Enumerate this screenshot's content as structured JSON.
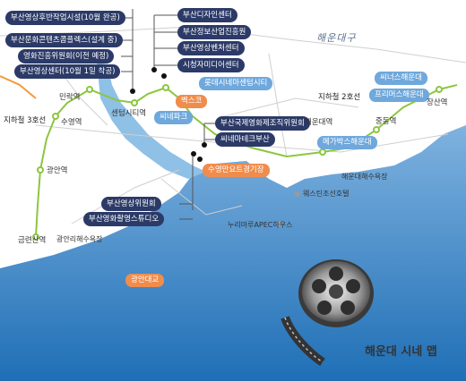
{
  "map": {
    "title": "해운대 시네 맵",
    "sea_label": "해운대구",
    "colors": {
      "sea": "#c8dff2",
      "sea_light": "#e6f1fa",
      "line2": "#8cc63f",
      "line3": "#f39a3c",
      "navy_label": "#2b3a67",
      "blue_label": "#6fa8dc",
      "orange_label": "#f08c4c"
    },
    "institutions_left": [
      "부산영상후반작업시설(10월 완공)",
      "부산문화콘텐츠콤플렉스(설계 중)",
      "영화진흥위원회(이전 예정)",
      "부산영상센터(10월 1일 착공)"
    ],
    "institutions_top": [
      "부산디자인센터",
      "부산정보산업진흥원",
      "부산영상벤처센터",
      "시청자미디어센터"
    ],
    "institutions_center": [
      "부산국제영화제조직위원회",
      "씨네마테크부산"
    ],
    "institutions_lower": [
      "부산영상위원회",
      "부산영화촬영스튜디오"
    ],
    "cinemas": {
      "lotte": "롯데시네마센텀시티",
      "cgv_center": "씨네파크",
      "cinus": "씨너스해운대",
      "primus": "프리머스해운대",
      "megabox": "메가박스해운대"
    },
    "venues": {
      "bexco": "벡스코",
      "yachting": "수영만요트경기장",
      "bridge": "광안대교"
    },
    "stations": {
      "line3": "지하철 3호선",
      "line2": "지하철 2호선",
      "minrak": "민락역",
      "suyeong": "수영역",
      "centum": "센텀시티역",
      "gwangan": "광안역",
      "geumnyeonsan": "금련산역",
      "haeundae": "해운대역",
      "jungdong": "중동역",
      "jangsan": "장산역"
    },
    "places": {
      "haeundae_beach": "해운대해수욕장",
      "westin": "웨스틴조선호텔",
      "nurimaru": "누리마루APEC하우스",
      "gwangalli_beach": "광안리해수욕장"
    }
  }
}
